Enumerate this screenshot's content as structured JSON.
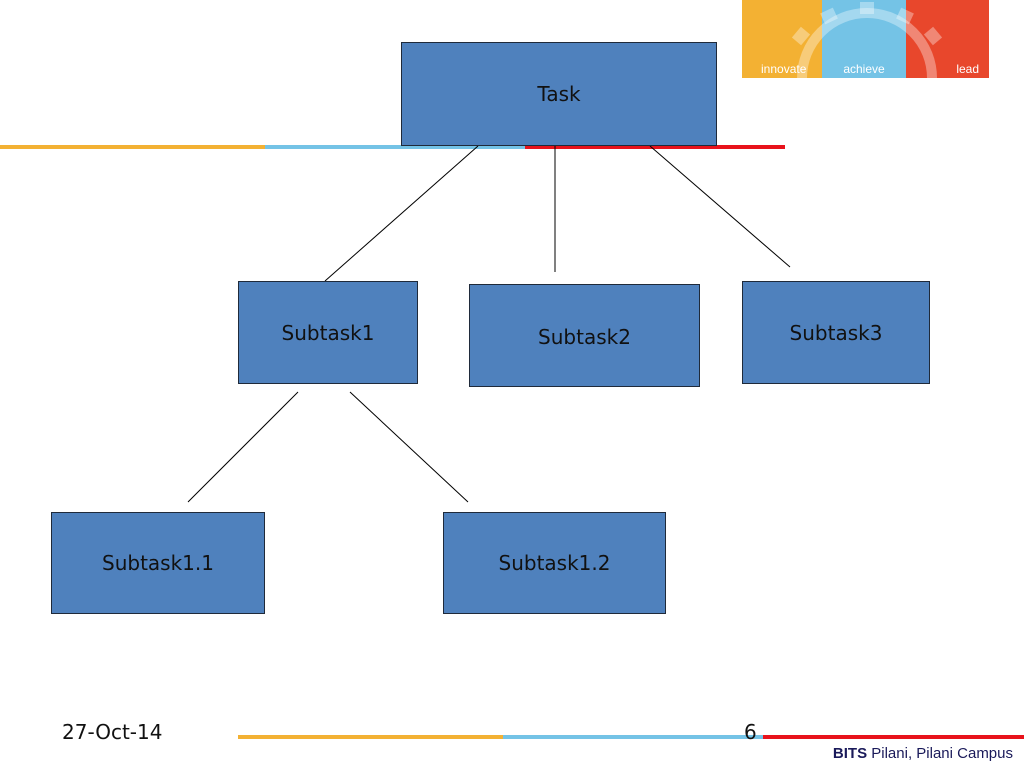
{
  "logo": {
    "words": [
      "innovate",
      "achieve",
      "lead"
    ],
    "colors": [
      "#f3b133",
      "#74c3e6",
      "#e8472c"
    ]
  },
  "colors": {
    "orange": "#f3b133",
    "blue": "#74c3e6",
    "red": "#e8121b",
    "node_fill": "#4f81bd",
    "node_border": "#1f2a3a"
  },
  "diagram": {
    "nodes": [
      {
        "id": "task",
        "label": "Task"
      },
      {
        "id": "subtask1",
        "label": "Subtask1"
      },
      {
        "id": "subtask2",
        "label": "Subtask2"
      },
      {
        "id": "subtask3",
        "label": "Subtask3"
      },
      {
        "id": "subtask1_1",
        "label": "Subtask1.1"
      },
      {
        "id": "subtask1_2",
        "label": "Subtask1.2"
      }
    ],
    "edges": [
      {
        "from": "task",
        "to": "subtask1"
      },
      {
        "from": "task",
        "to": "subtask2"
      },
      {
        "from": "task",
        "to": "subtask3"
      },
      {
        "from": "subtask1",
        "to": "subtask1_1"
      },
      {
        "from": "subtask1",
        "to": "subtask1_2"
      }
    ]
  },
  "footer": {
    "date": "27-Oct-14",
    "page_number": "6",
    "campus_bold": "BITS",
    "campus_rest": " Pilani, Pilani Campus"
  }
}
